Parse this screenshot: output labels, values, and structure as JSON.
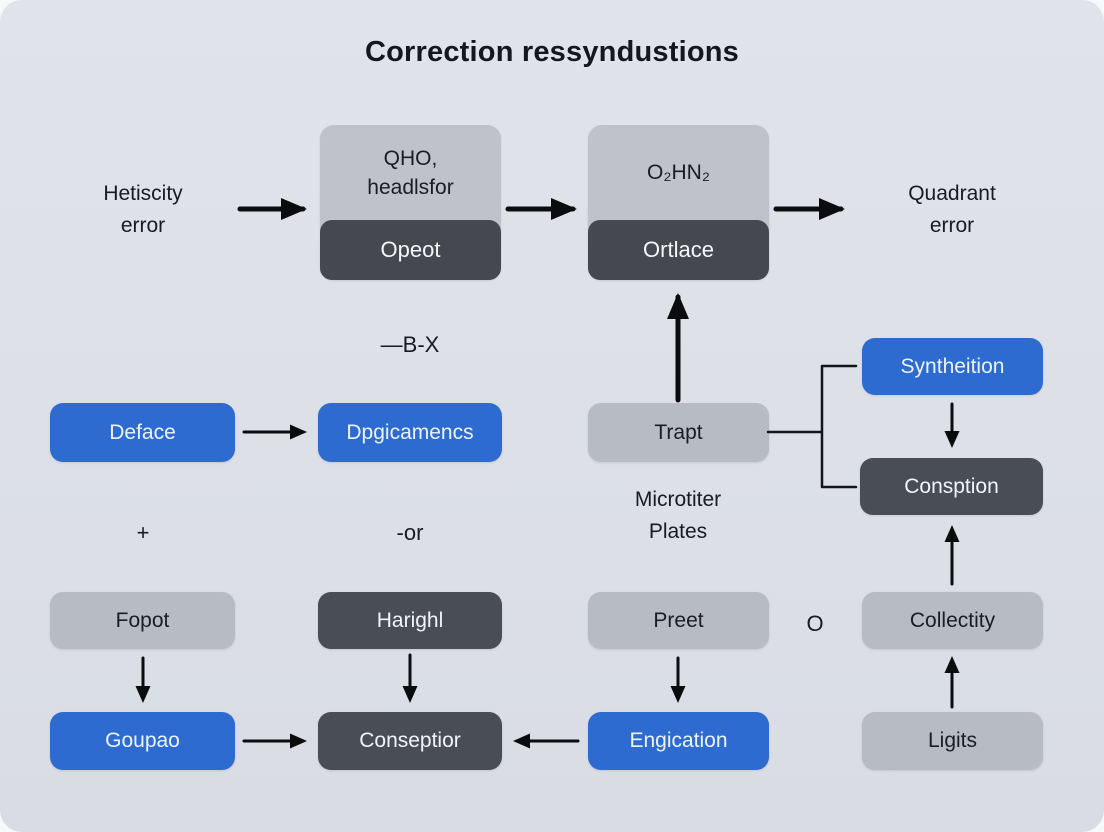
{
  "title": "Correction ressyndustions",
  "colors": {
    "canvas": "#dde0e7",
    "light_box": "#b7bbc3",
    "dark_box": "#494d55",
    "blue_box": "#2d6bd1",
    "arrow": "#0b0c0e",
    "text_dark": "#1b1d22",
    "text_light": "#f2f4f7"
  },
  "nodes": {
    "hetiscity_error": "Hetiscity\nerror",
    "qho_top": "QHO,\nheadlsfor",
    "qho_bottom": "Opeot",
    "o2hn2_top": "O₂HN₂",
    "o2hn2_bottom": "Ortlace",
    "quadrant_error": "Quadrant\nerror",
    "bx_label": "—B-X",
    "deface": "Deface",
    "dpgicamencs": "Dpgicamencs",
    "trapt": "Trapt",
    "syntheition": "Syntheition",
    "consption": "Consption",
    "microtiter_plates": "Microtiter\nPlates",
    "plus_label": "+",
    "or_label": "-or",
    "fopot": "Fopot",
    "harighl": "Harighl",
    "preet": "Preet",
    "o_label": "O",
    "collectity": "Collectity",
    "goupao": "Goupao",
    "conseptior": "Conseptior",
    "engication": "Engication",
    "ligits": "Ligits"
  }
}
